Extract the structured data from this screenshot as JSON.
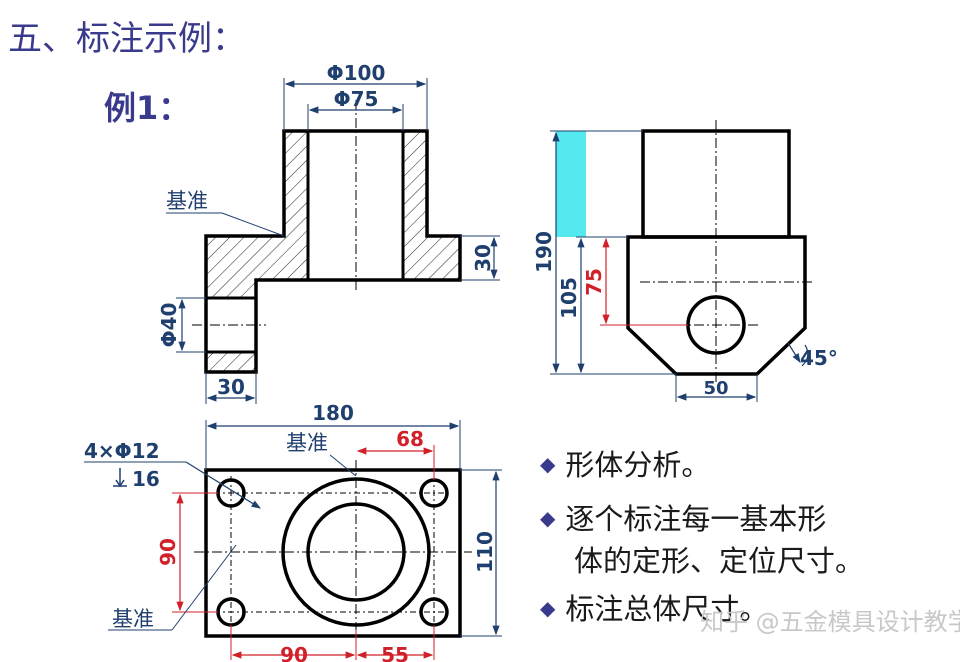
{
  "title": "五、标注示例：",
  "subtitle": "例1：",
  "front_view": {
    "dim_top_outer": "Φ100",
    "dim_top_inner": "Φ75",
    "label_datum": "基准",
    "dim_flange_height": "30",
    "dim_hole_dia": "Φ40",
    "dim_bottom_width": "30"
  },
  "side_view": {
    "dim_total_height": "190",
    "dim_body_height": "105",
    "dim_hole_height": "75",
    "dim_bottom_width": "50",
    "dim_angle": "45°"
  },
  "top_view": {
    "dim_total_width": "180",
    "label_datum_top": "基准",
    "dim_hole_offset": "68",
    "holes_spec": "4×Φ12",
    "holes_depth": "16",
    "dim_holes_vertical": "90",
    "dim_total_depth": "110",
    "label_datum_left": "基准",
    "dim_holes_horizontal": "90",
    "dim_right_offset": "55"
  },
  "bullets": {
    "b1": "形体分析。",
    "b2_line1": "逐个标注每一基本形",
    "b2_line2": "体的定形、定位尺寸。",
    "b3": "标注总体尺寸。"
  },
  "watermark": "知乎 @五金模具设计教学",
  "colors": {
    "heading": "#3a3a8c",
    "dimension_blue": "#1f3f6e",
    "dimension_red": "#d0202a",
    "highlight_cyan": "#55e8ee"
  }
}
